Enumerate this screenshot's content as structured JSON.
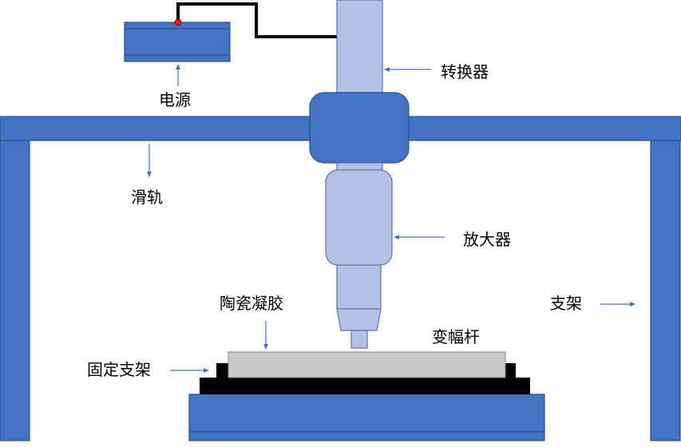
{
  "labels": {
    "power_supply": "电源",
    "converter": "转换器",
    "slide_rail": "滑轨",
    "amplifier": "放大器",
    "ceramic_gel": "陶瓷凝胶",
    "horn": "变幅杆",
    "bracket": "支架",
    "fixed_bracket": "固定支架"
  },
  "colors": {
    "frame_blue": "#4472C4",
    "frame_outline": "#2F528F",
    "transducer_light": "#B4C0E4",
    "gel_gray": "#C8C8C8",
    "fixture_black": "#000000",
    "connector_red": "#E02020",
    "arrow_blue": "#4472C4"
  }
}
